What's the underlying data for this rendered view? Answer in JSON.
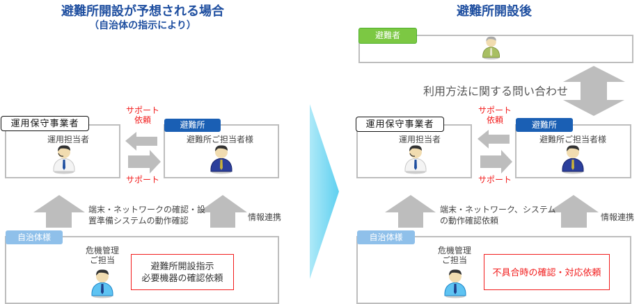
{
  "left": {
    "title": "避難所開設が予想される場合",
    "subtitle": "（自治体の指示により）",
    "operator_label": "運用保守事業者",
    "operator_person": "運用担当者",
    "support_request": [
      "サポート",
      "依頼"
    ],
    "support": "サポート",
    "shelter_label": "避難所",
    "shelter_person": "避難所ご担当者様",
    "up_text": [
      "端末・ネットワークの確認・設",
      "置準備システムの動作確認"
    ],
    "info_link": "情報連携",
    "gov_label": "自治体様",
    "gov_person": [
      "危機管理",
      "ご担当"
    ],
    "request_box": [
      "避難所開設指示",
      "必要機器の確認依頼"
    ]
  },
  "right": {
    "title": "避難所開設後",
    "evacuee_label": "避難者",
    "inquiry": "利用方法に関する問い合わせ",
    "operator_label": "運用保守事業者",
    "operator_person": "運用担当者",
    "support_request": [
      "サポート",
      "依頼"
    ],
    "support": "サポート",
    "shelter_label": "避難所",
    "shelter_person": "避難所ご担当者様",
    "up_text": [
      "端末・ネットワーク、システム",
      "の動作確認依頼"
    ],
    "info_link": "情報連携",
    "gov_label": "自治体様",
    "gov_person": [
      "危機管理",
      "ご担当"
    ],
    "request_box": "不具合時の確認・対応依頼"
  },
  "colors": {
    "title": "#1f4fa0",
    "red": "#f21b1b",
    "arrow": "#bdbdbd",
    "shelter": "#1a5fb4",
    "gov": "#8fc0ea",
    "evacuee": "#7cc843",
    "chevron": "#7fdcf5"
  }
}
